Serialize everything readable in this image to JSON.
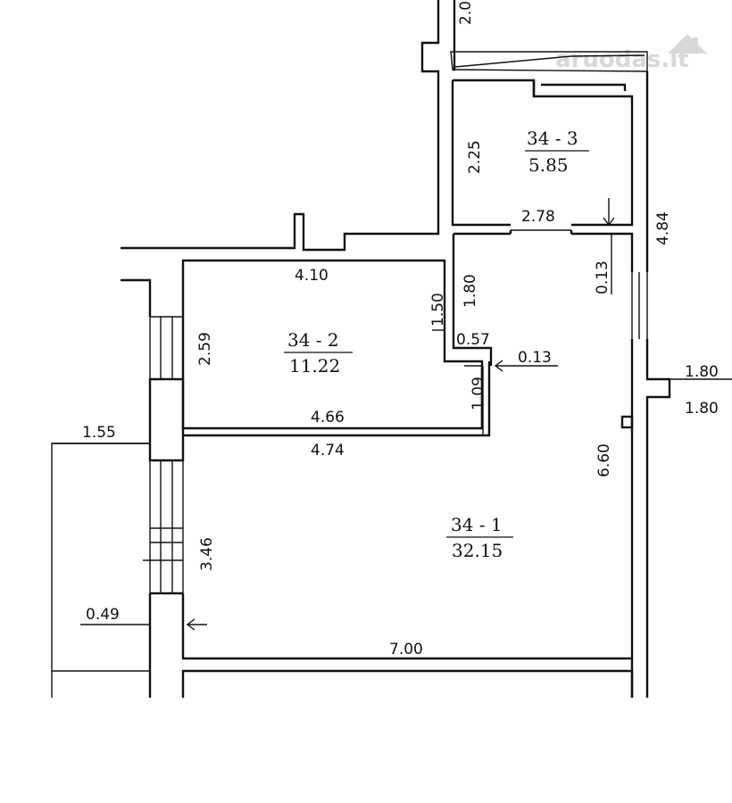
{
  "watermark": "aruodas.lt",
  "rooms": {
    "r1": {
      "id": "34 - 1",
      "area": "32.15"
    },
    "r2": {
      "id": "34 - 2",
      "area": "11.22"
    },
    "r3": {
      "id": "34 - 3",
      "area": "5.85"
    }
  },
  "dimensions": {
    "top_edge": "2.0",
    "r3_height": "2.25",
    "r3_width": "2.78",
    "right_outer": "4.84",
    "gap_013a": "0.13",
    "r2_top": "4.10",
    "step_150": "1.50",
    "step_180": "1.80",
    "r2_left": "2.59",
    "step_057": "0.57",
    "gap_013b": "0.13",
    "step_109": "1.09",
    "r2_bottom": "4.66",
    "r1_top": "4.74",
    "outer_right_a": "1.80",
    "outer_right_b": "1.80",
    "r1_right": "6.60",
    "balcony_width": "1.55",
    "r1_left": "3.46",
    "wall_049": "0.49",
    "r1_bottom": "7.00"
  }
}
